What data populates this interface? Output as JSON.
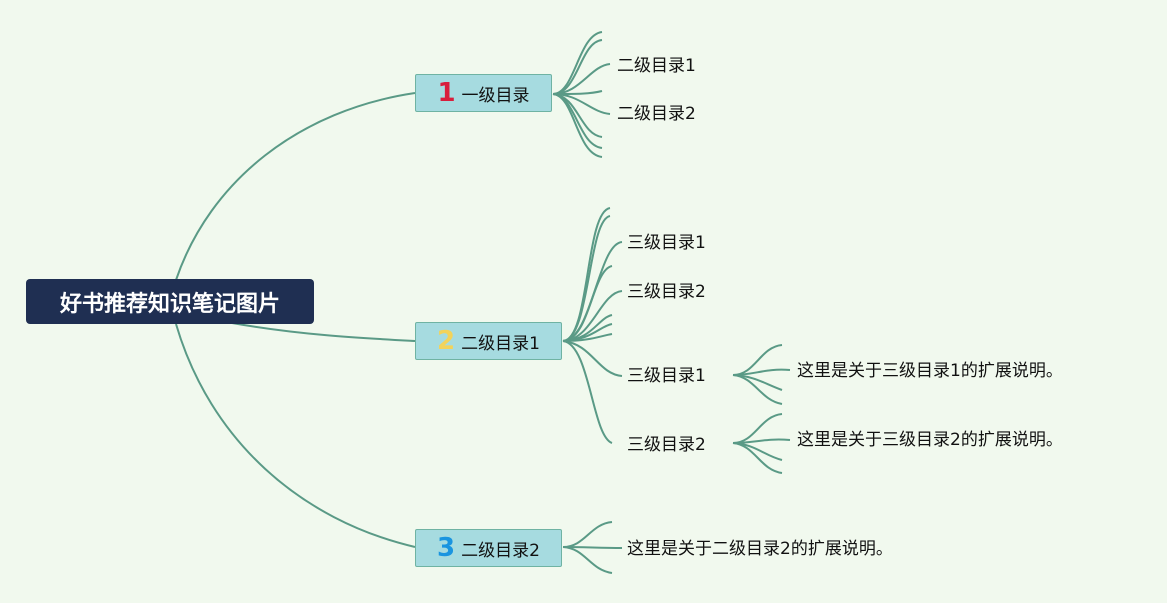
{
  "root": {
    "label": "好书推荐知识笔记图片"
  },
  "branches": [
    {
      "number": "1",
      "number_color": "#d81e3c",
      "label": "一级目录",
      "children": [
        "二级目录1",
        "二级目录2"
      ]
    },
    {
      "number": "2",
      "number_color": "#f3d35a",
      "label": "二级目录1",
      "children": [
        "三级目录1",
        "三级目录2",
        "三级目录1",
        "三级目录2"
      ],
      "notes": [
        "这里是关于三级目录1的扩展说明。",
        "这里是关于三级目录2的扩展说明。"
      ]
    },
    {
      "number": "3",
      "number_color": "#1a95e0",
      "label": "二级目录2",
      "note": "这里是关于二级目录2的扩展说明。"
    }
  ],
  "colors": {
    "background": "#f1f9ee",
    "link": "#5a9a86",
    "root_fill": "#1f2f52",
    "branch_fill": "#a6dbe0"
  }
}
